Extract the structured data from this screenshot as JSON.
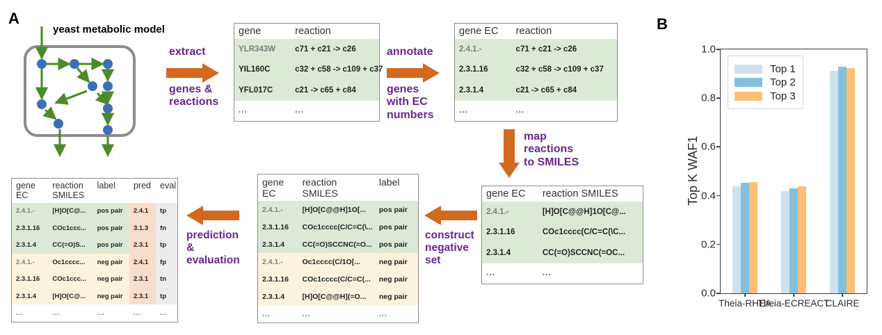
{
  "panels": {
    "a": "A",
    "b": "B"
  },
  "diagram": {
    "cell_title": "yeast metabolic model",
    "steps": [
      {
        "id": "extract",
        "top": "extract",
        "bottom": "genes &\nreactions",
        "dir": "right"
      },
      {
        "id": "annotate",
        "top": "annotate",
        "bottom": "genes\nwith EC\nnumbers",
        "dir": "right"
      },
      {
        "id": "map",
        "top": "",
        "bottom": "map\nreactions\nto SMILES",
        "dir": "down"
      },
      {
        "id": "construct",
        "top": "",
        "bottom": "construct\nnegative\nset",
        "dir": "left"
      },
      {
        "id": "predict",
        "top": "",
        "bottom": "prediction\n&\nevaluation",
        "dir": "left"
      }
    ]
  },
  "tables": {
    "genes": {
      "headers": [
        "gene",
        "reaction"
      ],
      "rows": [
        {
          "style": "pos",
          "cells": [
            "YLR343W",
            "c71 + c21 -> c26"
          ]
        },
        {
          "style": "pos",
          "cells": [
            "YIL160C",
            "c32 + c58 -> c109 + c37"
          ]
        },
        {
          "style": "pos",
          "cells": [
            "YFL017C",
            "c21 -> c65 + c84"
          ]
        },
        {
          "style": "dots",
          "cells": [
            "...",
            "..."
          ]
        }
      ]
    },
    "gene_ec": {
      "headers": [
        "gene EC",
        "reaction"
      ],
      "rows": [
        {
          "style": "pos",
          "cells": [
            "2.4.1.-",
            "c71 + c21 -> c26"
          ]
        },
        {
          "style": "pos",
          "cells": [
            "2.3.1.16",
            "c32 + c58 -> c109 + c37"
          ]
        },
        {
          "style": "pos",
          "cells": [
            "2.3.1.4",
            "c21 -> c65 + c84"
          ]
        },
        {
          "style": "dots",
          "cells": [
            "...",
            "..."
          ]
        }
      ]
    },
    "smiles": {
      "headers": [
        "gene EC",
        "reaction SMILES"
      ],
      "rows": [
        {
          "style": "pos",
          "cells": [
            "2.4.1.-",
            "[H]O[C@@H]1O[C@..."
          ]
        },
        {
          "style": "pos",
          "cells": [
            "2.3.1.16",
            "COc1cccc(C/C=C(\\C..."
          ]
        },
        {
          "style": "pos",
          "cells": [
            "2.3.1.4",
            "CC(=O)SCCNC(=OC..."
          ]
        },
        {
          "style": "dots",
          "cells": [
            "...",
            "..."
          ]
        }
      ]
    },
    "labeled": {
      "headers": [
        "gene\nEC",
        "reaction\nSMILES",
        "label"
      ],
      "rows": [
        {
          "style": "pos",
          "cells": [
            "2.4.1.-",
            "[H]O[C@@H]1O[...",
            "pos pair"
          ]
        },
        {
          "style": "pos",
          "cells": [
            "2.3.1.16",
            "COc1cccc(C/C=C(\\...",
            "pos pair"
          ]
        },
        {
          "style": "pos",
          "cells": [
            "2.3.1.4",
            "CC(=O)SCCNC(=O...",
            "pos pair"
          ]
        },
        {
          "style": "neg",
          "cells": [
            "2.4.1.-",
            "Oc1cccc(C/1O[...",
            "neg pair"
          ]
        },
        {
          "style": "neg",
          "cells": [
            "2.3.1.16",
            "COc1cccc(C/C=C(...",
            "neg pair"
          ]
        },
        {
          "style": "neg",
          "cells": [
            "2.3.1.4",
            "[H]O[C@@H](=O...",
            "neg pair"
          ]
        },
        {
          "style": "dots",
          "cells": [
            "...",
            "...",
            "..."
          ]
        }
      ]
    },
    "eval": {
      "headers": [
        "gene\nEC",
        "reaction\nSMILES",
        "label",
        "pred",
        "eval"
      ],
      "rows": [
        {
          "style": "pos",
          "cells": [
            "2.4.1.-",
            "[H]O[C@...",
            "pos pair",
            "2.4.1",
            "tp"
          ]
        },
        {
          "style": "pos",
          "cells": [
            "2.3.1.16",
            "COc1ccc...",
            "pos pair",
            "3.1.3",
            "fn"
          ]
        },
        {
          "style": "pos",
          "cells": [
            "2.3.1.4",
            "CC(=O)S...",
            "pos pair",
            "2.3.1",
            "tp"
          ]
        },
        {
          "style": "neg",
          "cells": [
            "2.4.1.-",
            "Oc1cccc...",
            "neg pair",
            "2.4.1",
            "fp"
          ]
        },
        {
          "style": "neg",
          "cells": [
            "2.3.1.16",
            "COc1ccc...",
            "neg pair",
            "2.3.1",
            "tn"
          ]
        },
        {
          "style": "neg",
          "cells": [
            "2.3.1.4",
            "[H]O[C@...",
            "neg pair",
            "2.3.1",
            "tp"
          ]
        },
        {
          "style": "dots",
          "cells": [
            "...",
            "...",
            "...",
            "...",
            "..."
          ]
        }
      ]
    }
  },
  "chart_data": {
    "type": "bar",
    "title": "",
    "xlabel": "",
    "ylabel": "Top K WAF1",
    "ylim": [
      0.0,
      1.0
    ],
    "yticks": [
      0.0,
      0.2,
      0.4,
      0.6,
      0.8,
      1.0
    ],
    "ytick_labels": [
      "0.0",
      "0.2",
      "0.4",
      "0.6",
      "0.8",
      "1.0"
    ],
    "grid": false,
    "legend_position": "upper-left",
    "categories": [
      "Theia-RHEA",
      "Theia-ECREACT",
      "CLAIRE"
    ],
    "series": [
      {
        "name": "Top 1",
        "color": "#cfe1ed",
        "values": [
          0.44,
          0.418,
          0.912
        ]
      },
      {
        "name": "Top 2",
        "color": "#84c0db",
        "values": [
          0.452,
          0.431,
          0.928
        ]
      },
      {
        "name": "Top 3",
        "color": "#fcbf76",
        "values": [
          0.456,
          0.44,
          0.924
        ]
      }
    ]
  },
  "colors": {
    "purple": "#69268f",
    "orange_arrow": "#d2691e",
    "green_edge": "#4c8b2b",
    "node_blue": "#3d6fb4",
    "row_pos": "#dde9d7",
    "row_neg": "#fdf3dd",
    "col_pred": "#f9ddcb",
    "col_eval": "#ececec"
  }
}
